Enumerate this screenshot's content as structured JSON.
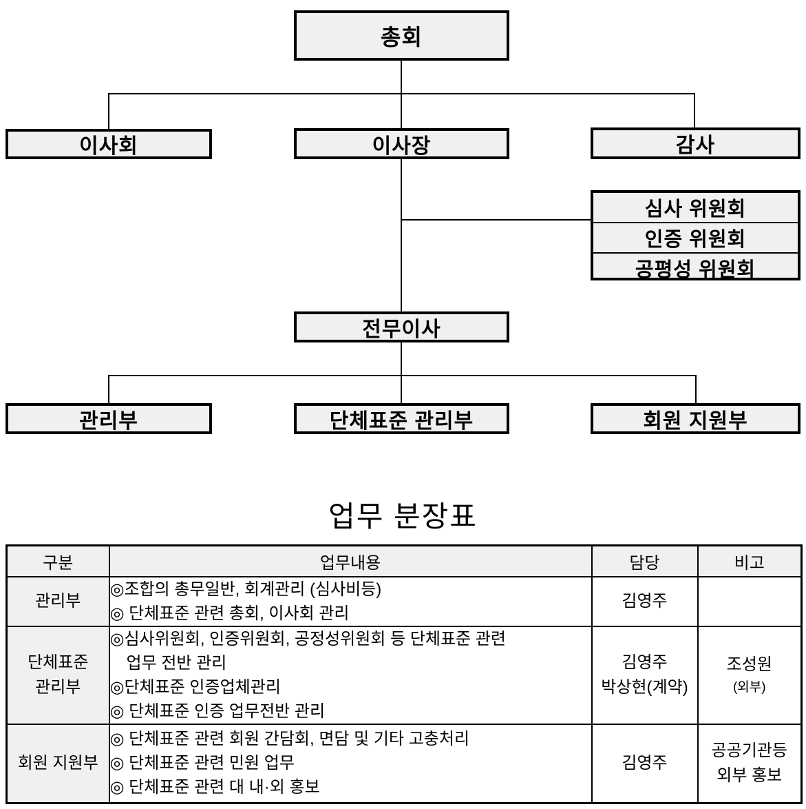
{
  "org_chart": {
    "general_assembly": "총회",
    "board_of_directors": "이사회",
    "chairman": "이사장",
    "auditor": "감사",
    "committees": [
      "심사 위원회",
      "인증 위원회",
      "공평성 위원회"
    ],
    "executive_director": "전무이사",
    "departments": [
      "관리부",
      "단체표준 관리부",
      "회원 지원부"
    ]
  },
  "assignment_table": {
    "title": "업무 분장표",
    "headers": {
      "category": "구분",
      "duties": "업무내용",
      "staff": "담당",
      "remarks": "비고"
    },
    "rows": [
      {
        "category_lines": [
          "관리부"
        ],
        "duty_lines": [
          "◎조합의 총무일반, 회계관리 (심사비등)",
          "◎ 단체표준 관련 총회, 이사회 관리"
        ],
        "staff_lines": [
          "김영주"
        ],
        "remark_lines": [
          "",
          ""
        ]
      },
      {
        "category_lines": [
          "단체표준",
          "관리부"
        ],
        "duty_lines": [
          "◎심사위원회, 인증위원회, 공정성위원회 등 단체표준 관련",
          "업무 전반 관리",
          "◎단체표준 인증업체관리",
          "◎ 단체표준 인증 업무전반 관리"
        ],
        "staff_lines": [
          "김영주",
          "박상현(계약)"
        ],
        "remark_lines": [
          "조성원",
          "(외부)"
        ]
      },
      {
        "category_lines": [
          "회원 지원부"
        ],
        "duty_lines": [
          "◎ 단체표준 관련 회원 간담회, 면담 및 기타 고충처리",
          "◎ 단체표준 관련 민원 업무",
          "◎ 단체표준 관련 대 내·외 홍보"
        ],
        "staff_lines": [
          "김영주"
        ],
        "remark_lines": [
          "공공기관등",
          "외부 홍보"
        ]
      }
    ]
  },
  "colors": {
    "box_fill": "#f0f0f0",
    "line": "#000000",
    "background": "#ffffff"
  }
}
